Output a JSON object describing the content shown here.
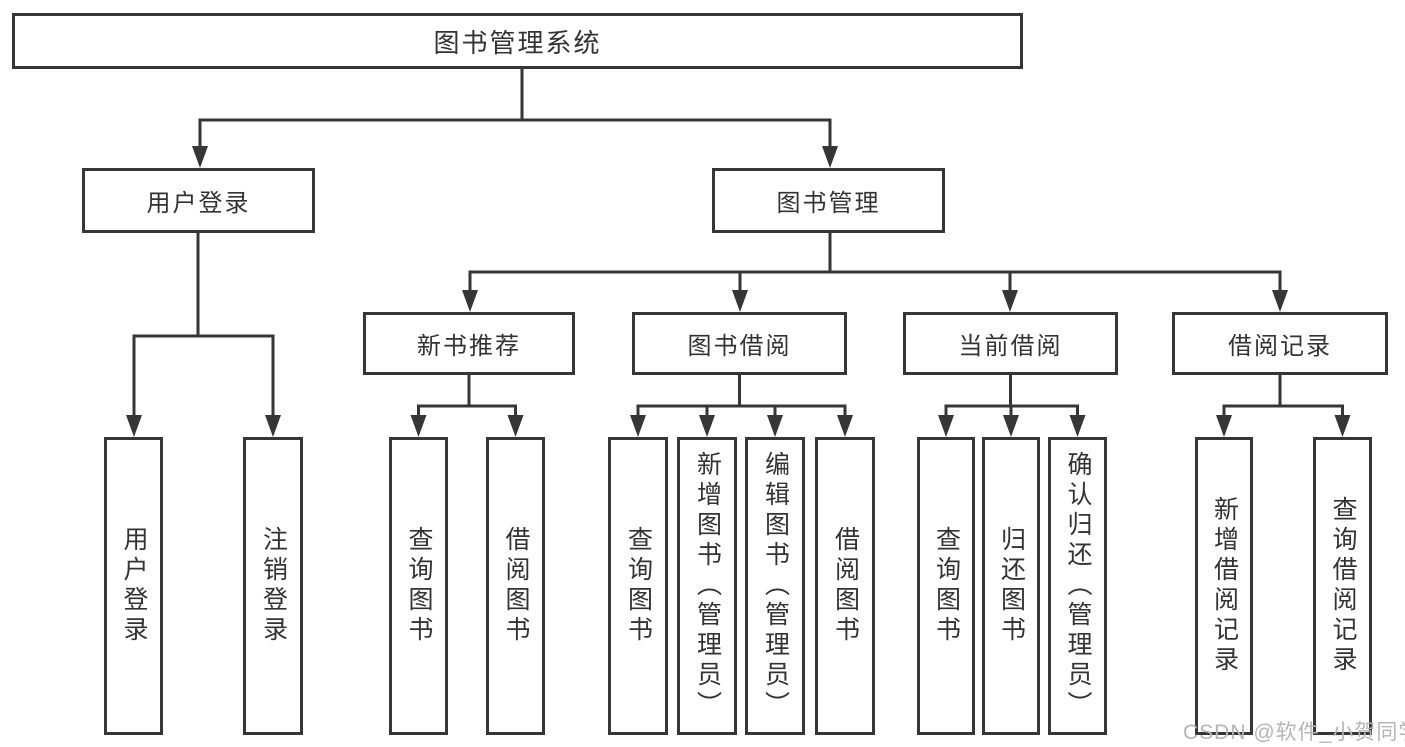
{
  "nodes": {
    "root": "图书管理系统",
    "branches": [
      {
        "label": "用户登录",
        "leaves": [
          "用户登录",
          "注销登录"
        ]
      },
      {
        "label": "图书管理",
        "subbranches": [
          {
            "label": "新书推荐",
            "leaves": [
              "查询图书",
              "借阅图书"
            ]
          },
          {
            "label": "图书借阅",
            "leaves": [
              "查询图书",
              "新增图书（管理员）",
              "编辑图书（管理员）",
              "借阅图书"
            ]
          },
          {
            "label": "当前借阅",
            "leaves": [
              "查询图书",
              "归还图书",
              "确认归还（管理员）"
            ]
          },
          {
            "label": "借阅记录",
            "leaves": [
              "新增借阅记录",
              "查询借阅记录"
            ]
          }
        ]
      }
    ]
  },
  "watermark": "CSDN @软件_小贺同学",
  "colors": {
    "line": "#363636",
    "text": "#333333",
    "watermark": "#b5b5b5",
    "background": "#ffffff"
  }
}
